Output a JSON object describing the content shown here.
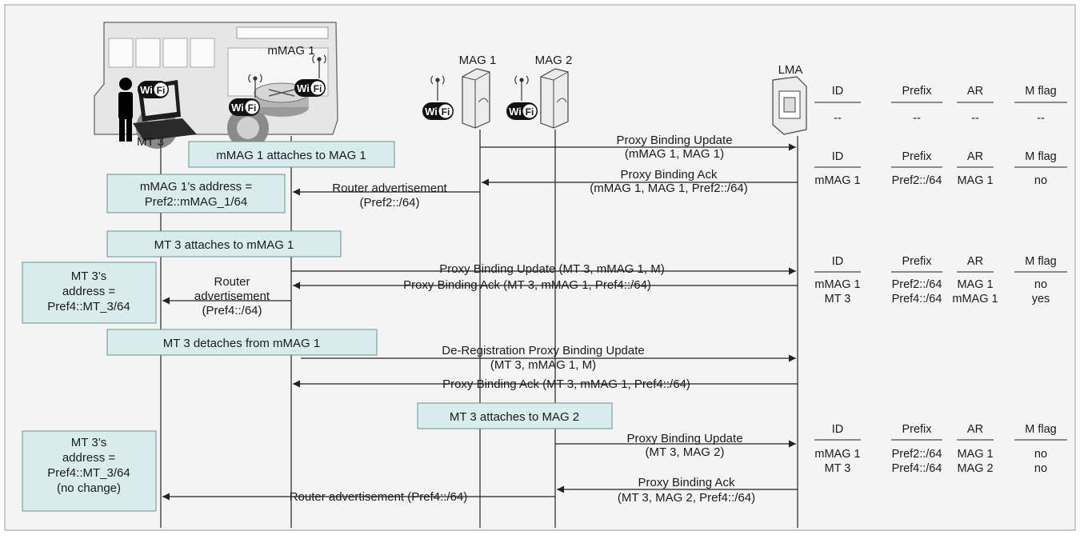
{
  "entities": {
    "mmag": "mMAG 1",
    "mt": "MT 3",
    "mag1": "MAG 1",
    "mag2": "MAG 2",
    "lma": "LMA"
  },
  "wifi_badge": {
    "wi": "Wi",
    "fi": "Fi"
  },
  "events": [
    {
      "text": "mMAG 1 attaches to MAG 1"
    },
    {
      "lines": [
        "mMAG 1’s address =",
        "Pref2::mMAG_1/64"
      ]
    },
    {
      "text": "MT 3 attaches to mMAG 1"
    },
    {
      "lines": [
        "MT 3’s",
        "address =",
        "Pref4::MT_3/64"
      ]
    },
    {
      "text": "MT 3 detaches from mMAG 1"
    },
    {
      "text": "MT 3 attaches to MAG 2"
    },
    {
      "lines": [
        "MT 3’s",
        "address =",
        "Pref4::MT_3/64",
        "(no change)"
      ]
    }
  ],
  "messages": [
    {
      "lines": [
        "Proxy Binding Update",
        "(mMAG 1, MAG 1)"
      ]
    },
    {
      "lines": [
        "Proxy Binding Ack",
        "(mMAG 1, MAG 1, Pref2::/64)"
      ]
    },
    {
      "lines": [
        "Router advertisement",
        "(Pref2::/64)"
      ]
    },
    {
      "lines": [
        "Proxy Binding Update (MT 3, mMAG 1, M)"
      ]
    },
    {
      "lines": [
        "Proxy Binding Ack (MT 3, mMAG 1, Pref4::/64)"
      ]
    },
    {
      "lines": [
        "Router",
        "advertisement",
        "(Pref4::/64)"
      ]
    },
    {
      "lines": [
        "De-Registration Proxy Binding Update",
        "(MT 3, mMAG 1, M)"
      ]
    },
    {
      "lines": [
        "Proxy Binding Ack (MT 3, mMAG 1, Pref4::/64)"
      ]
    },
    {
      "lines": [
        "Proxy Binding Update",
        "(MT 3, MAG 2)"
      ]
    },
    {
      "lines": [
        "Proxy Binding Ack",
        "(MT 3, MAG 2, Pref4::/64)"
      ]
    },
    {
      "lines": [
        "Router advertisement (Pref4::/64)"
      ]
    }
  ],
  "binding_tables": [
    {
      "headers": [
        "ID",
        "Prefix",
        "AR",
        "M flag"
      ],
      "rows": [
        [
          "--",
          "--",
          "--",
          "--"
        ]
      ]
    },
    {
      "headers": [
        "ID",
        "Prefix",
        "AR",
        "M flag"
      ],
      "rows": [
        [
          "mMAG 1",
          "Pref2::/64",
          "MAG 1",
          "no"
        ]
      ]
    },
    {
      "headers": [
        "ID",
        "Prefix",
        "AR",
        "M flag"
      ],
      "rows": [
        [
          "mMAG 1",
          "Pref2::/64",
          "MAG 1",
          "no"
        ],
        [
          "MT 3",
          "Pref4::/64",
          "mMAG 1",
          "yes"
        ]
      ]
    },
    {
      "headers": [
        "ID",
        "Prefix",
        "AR",
        "M flag"
      ],
      "rows": [
        [
          "mMAG 1",
          "Pref2::/64",
          "MAG 1",
          "no"
        ],
        [
          "MT 3",
          "Pref4::/64",
          "MAG 2",
          "no"
        ]
      ]
    }
  ]
}
